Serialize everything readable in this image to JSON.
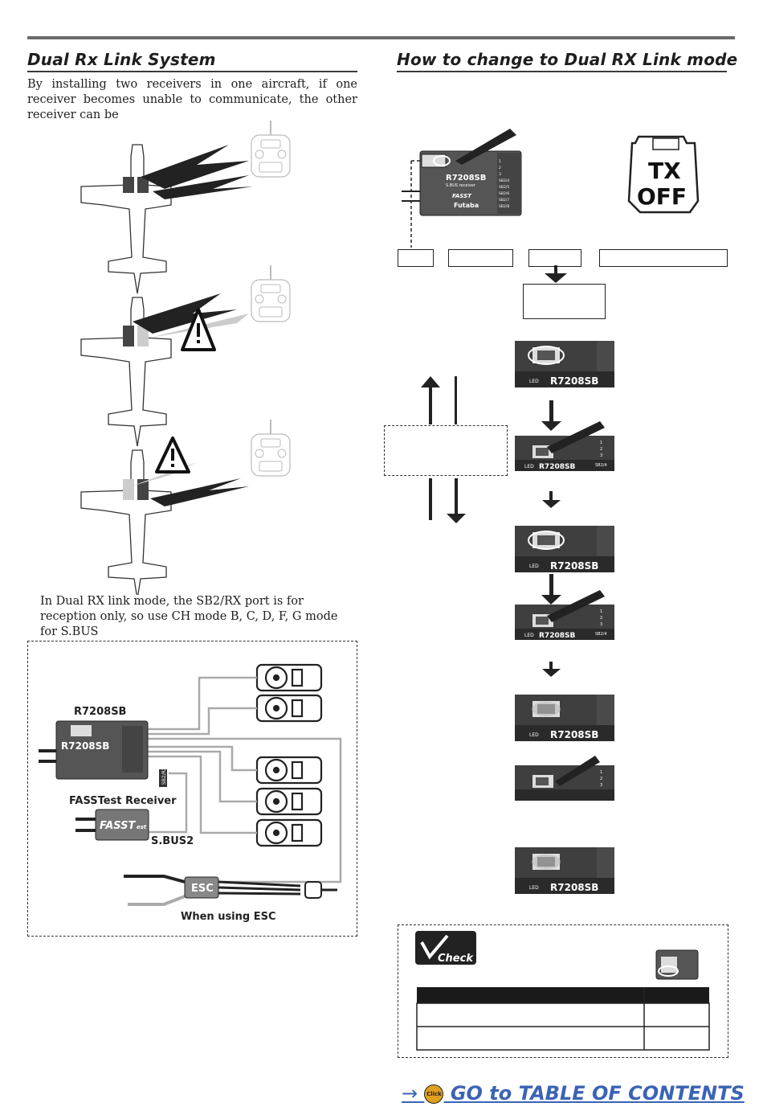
{
  "left": {
    "title": "Dual Rx Link System",
    "intro": "By installing two receivers in one aircraft, if one receiver becomes unable to communicate, the other receiver can be",
    "note": "In Dual RX link mode, the SB2/RX port is for reception only, so use CH mode B, C, D, F, G mode for S.BUS",
    "wiring": {
      "receiver_top_label": "R7208SB",
      "receiver_case_label": "R7208SB",
      "port_label": "SB2/RX",
      "fasstest_label": "FASSTest Receiver",
      "fasst_logo": "FASST",
      "fasst_logo_suffix": "est",
      "sbus2_label": "S.BUS2",
      "esc_label": "ESC",
      "esc_caption": "When using ESC"
    }
  },
  "right": {
    "title": "How to change to Dual RX Link mode",
    "receiver_label": "R7208SB",
    "receiver_sub": "S.BUS receiver",
    "receiver_brand": "Futaba",
    "fasst_mini": "FASST",
    "tx_line1": "TX",
    "tx_line2": "OFF",
    "led_label": "LED",
    "model_strip": "R7208SB",
    "port_nums": [
      "1",
      "2",
      "3",
      "SB2/4",
      "SB2/5",
      "SB2/6",
      "SB2/7",
      "SB2/8"
    ],
    "strip_ports": [
      "1",
      "2",
      "3",
      "SB2/4"
    ],
    "check_label": "Check",
    "toc_link": "GO to TABLE OF CONTENTS",
    "click_badge": "Click"
  }
}
